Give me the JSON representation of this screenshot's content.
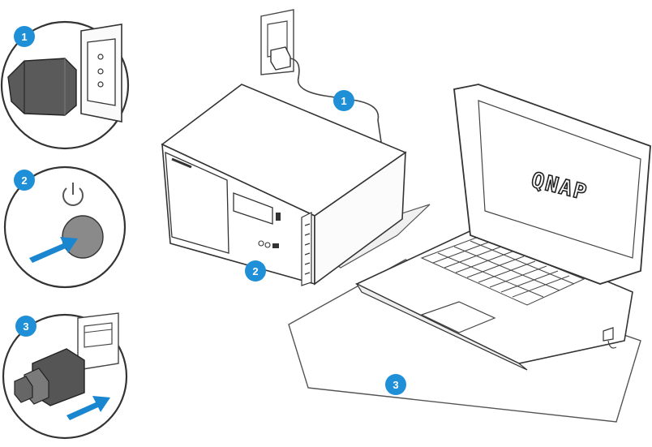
{
  "steps": [
    {
      "number": "1"
    },
    {
      "number": "2"
    },
    {
      "number": "3"
    }
  ],
  "callouts": [
    {
      "number": "1"
    },
    {
      "number": "2"
    },
    {
      "number": "3"
    }
  ],
  "laptop": {
    "logo_text": "QNAP"
  },
  "colors": {
    "badge": "#1f8fd8",
    "arrow": "#1a86d0",
    "line": "#333333",
    "plug": "#5a5a5a"
  },
  "icons": [
    "power-plug-icon",
    "power-outlet-icon",
    "power-button-icon",
    "ethernet-cable-icon",
    "ethernet-port-icon",
    "arrow-icon"
  ]
}
